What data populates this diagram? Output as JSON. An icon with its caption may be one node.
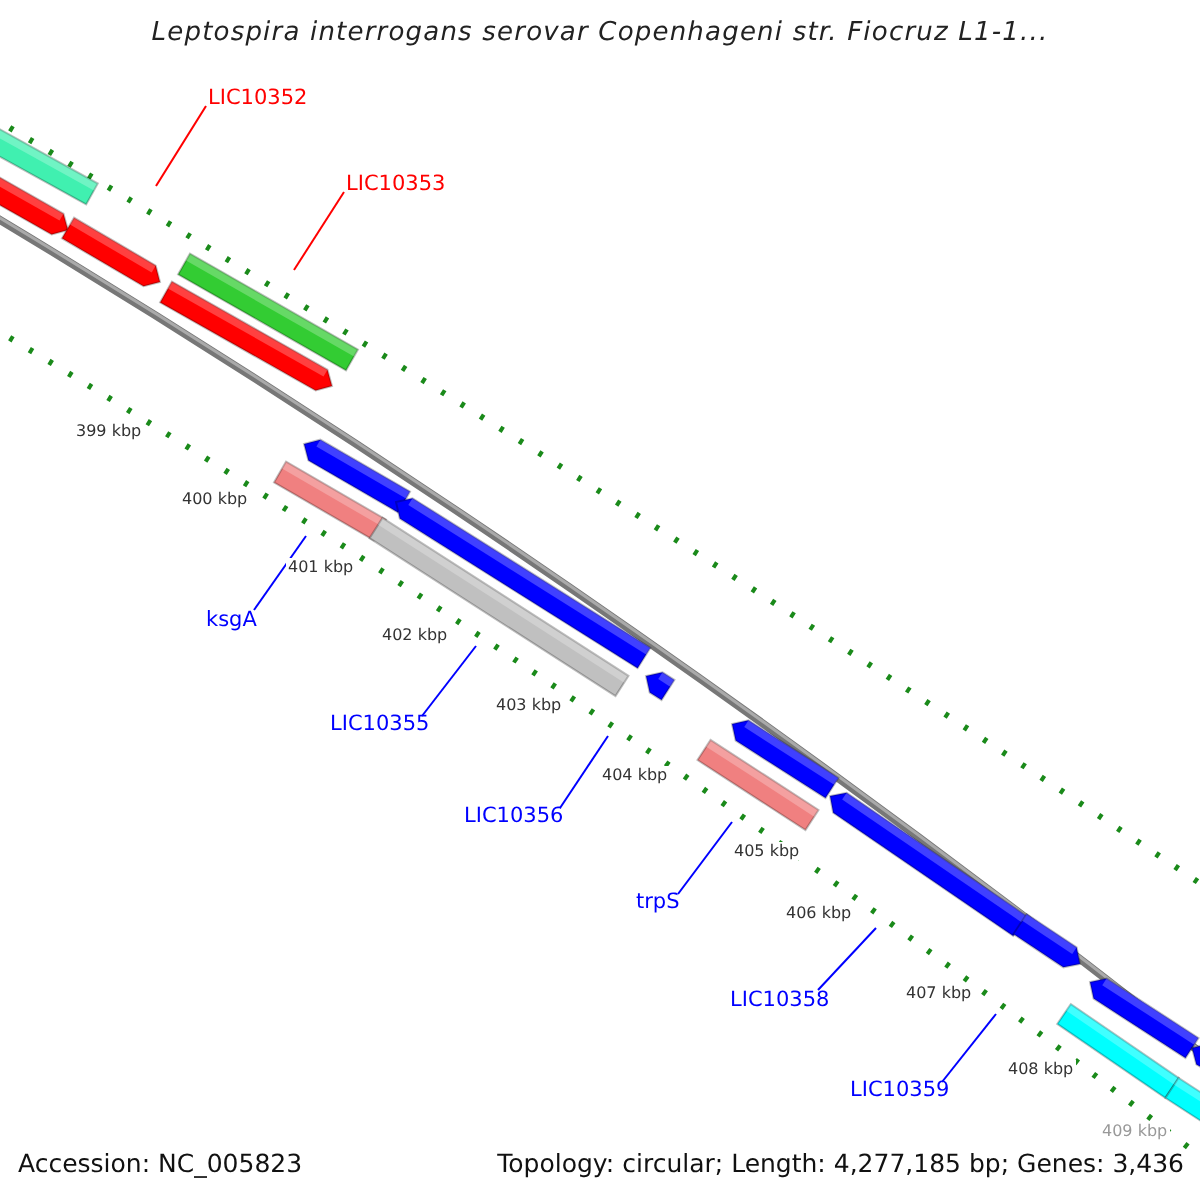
{
  "diagram": {
    "title": "Leptospira interrogans serovar Copenhageni str. Fiocruz L1-1...",
    "nodes": [
      {
        "text": [
          "LIC10352"
        ]
      },
      {
        "text": [
          "LIC10353"
        ]
      },
      {
        "text": [
          "ksgA"
        ]
      },
      {
        "text": [
          "LIC10355"
        ]
      },
      {
        "text": [
          "LIC10356"
        ]
      },
      {
        "text": [
          "trpS"
        ]
      },
      {
        "text": [
          "LIC10358"
        ]
      },
      {
        "text": [
          "LIC10359"
        ]
      }
    ],
    "edges": [
      {
        "from": 0,
        "to": null,
        "arrow": "none",
        "color": "#ff0000"
      },
      {
        "from": 1,
        "to": null,
        "arrow": "none",
        "color": "#ff0000"
      },
      {
        "from": 2,
        "to": null,
        "arrow": "none"
      },
      {
        "from": 3,
        "to": null,
        "arrow": "none"
      },
      {
        "from": 4,
        "to": null,
        "arrow": "none"
      },
      {
        "from": 5,
        "to": null,
        "arrow": "none"
      },
      {
        "from": 6,
        "to": null,
        "arrow": "none"
      },
      {
        "from": 7,
        "to": null,
        "arrow": "none"
      }
    ],
    "labels": [
      "399 kbp",
      "400 kbp",
      "401 kbp",
      "402 kbp",
      "403 kbp",
      "404 kbp",
      "405 kbp",
      "406 kbp",
      "407 kbp",
      "408 kbp",
      "409 kbp",
      "Accession: NC_005823",
      "Topology: circular; Length: 4,277,185 bp; Genes: 3,436"
    ]
  }
}
